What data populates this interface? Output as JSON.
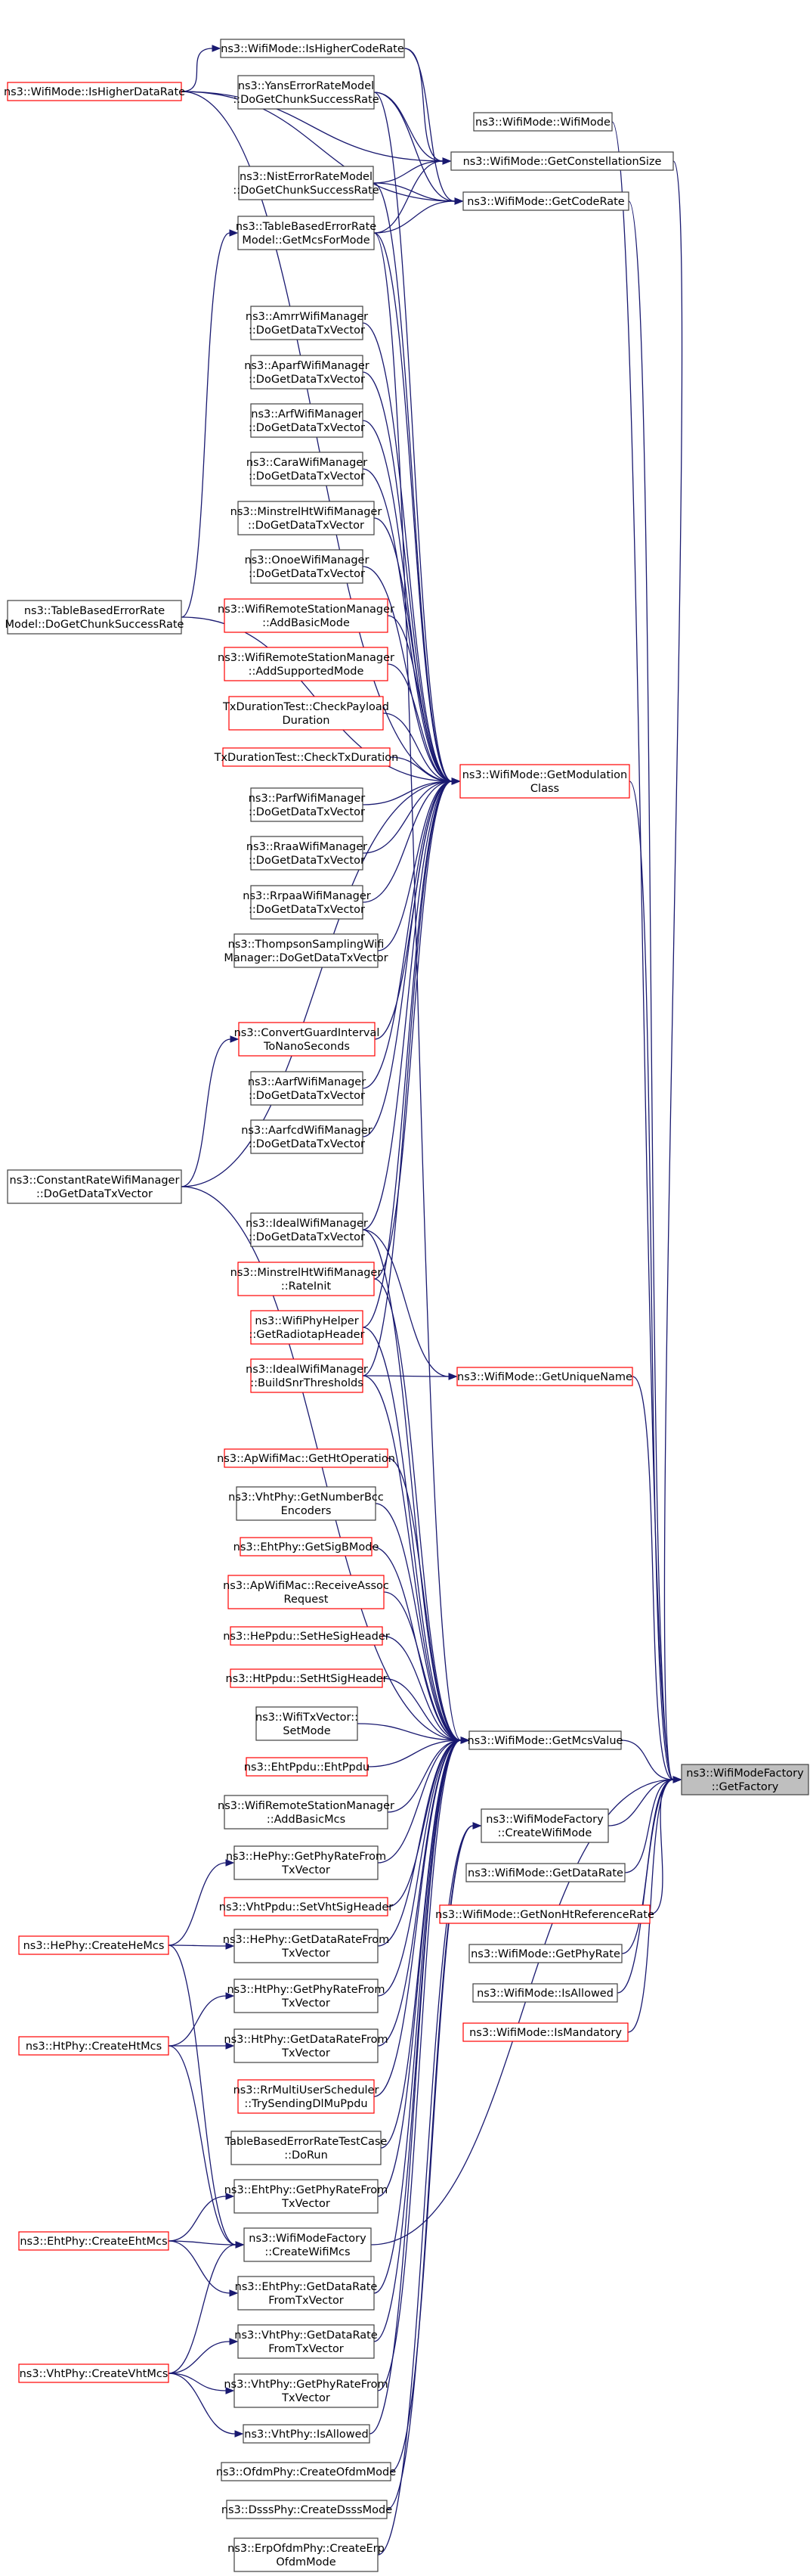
{
  "root": {
    "id": "root",
    "lines": [
      "ns3::WifiModeFactory",
      "::GetFactory"
    ],
    "style": "root"
  },
  "nodes": [
    {
      "id": "isHigherCodeRate",
      "lines": [
        "ns3::WifiMode::IsHigherCodeRate"
      ],
      "style": "black"
    },
    {
      "id": "isHigherDataRate",
      "lines": [
        "ns3::WifiMode::IsHigherDataRate"
      ],
      "style": "red"
    },
    {
      "id": "yansErr",
      "lines": [
        "ns3::YansErrorRateModel",
        "::DoGetChunkSuccessRate"
      ],
      "style": "black"
    },
    {
      "id": "wifiMode",
      "lines": [
        "ns3::WifiMode::WifiMode"
      ],
      "style": "black"
    },
    {
      "id": "getConstellationSize",
      "lines": [
        "ns3::WifiMode::GetConstellationSize"
      ],
      "style": "black"
    },
    {
      "id": "nistErr",
      "lines": [
        "ns3::NistErrorRateModel",
        "::DoGetChunkSuccessRate"
      ],
      "style": "black"
    },
    {
      "id": "getCodeRate",
      "lines": [
        "ns3::WifiMode::GetCodeRate"
      ],
      "style": "black"
    },
    {
      "id": "tableGetMcs",
      "lines": [
        "ns3::TableBasedErrorRate",
        "Model::GetMcsForMode"
      ],
      "style": "black"
    },
    {
      "id": "amrr",
      "lines": [
        "ns3::AmrrWifiManager",
        "::DoGetDataTxVector"
      ],
      "style": "black"
    },
    {
      "id": "aparf",
      "lines": [
        "ns3::AparfWifiManager",
        "::DoGetDataTxVector"
      ],
      "style": "black"
    },
    {
      "id": "arf",
      "lines": [
        "ns3::ArfWifiManager",
        "::DoGetDataTxVector"
      ],
      "style": "black"
    },
    {
      "id": "cara",
      "lines": [
        "ns3::CaraWifiManager",
        "::DoGetDataTxVector"
      ],
      "style": "black"
    },
    {
      "id": "minstrelHt",
      "lines": [
        "ns3::MinstrelHtWifiManager",
        "::DoGetDataTxVector"
      ],
      "style": "black"
    },
    {
      "id": "onoe",
      "lines": [
        "ns3::OnoeWifiManager",
        "::DoGetDataTxVector"
      ],
      "style": "black"
    },
    {
      "id": "tableChunk",
      "lines": [
        "ns3::TableBasedErrorRate",
        "Model::DoGetChunkSuccessRate"
      ],
      "style": "black"
    },
    {
      "id": "addBasicMode",
      "lines": [
        "ns3::WifiRemoteStationManager",
        "::AddBasicMode"
      ],
      "style": "red"
    },
    {
      "id": "addSupportedMode",
      "lines": [
        "ns3::WifiRemoteStationManager",
        "::AddSupportedMode"
      ],
      "style": "red"
    },
    {
      "id": "checkPayload",
      "lines": [
        "TxDurationTest::CheckPayload",
        "Duration"
      ],
      "style": "red"
    },
    {
      "id": "checkTx",
      "lines": [
        "TxDurationTest::CheckTxDuration"
      ],
      "style": "red"
    },
    {
      "id": "getModClass",
      "lines": [
        "ns3::WifiMode::GetModulation",
        "Class"
      ],
      "style": "red"
    },
    {
      "id": "parf",
      "lines": [
        "ns3::ParfWifiManager",
        "::DoGetDataTxVector"
      ],
      "style": "black"
    },
    {
      "id": "rraa",
      "lines": [
        "ns3::RraaWifiManager",
        "::DoGetDataTxVector"
      ],
      "style": "black"
    },
    {
      "id": "rrpaa",
      "lines": [
        "ns3::RrpaaWifiManager",
        "::DoGetDataTxVector"
      ],
      "style": "black"
    },
    {
      "id": "thompson",
      "lines": [
        "ns3::ThompsonSamplingWifi",
        "Manager::DoGetDataTxVector"
      ],
      "style": "black"
    },
    {
      "id": "convertGuard",
      "lines": [
        "ns3::ConvertGuardInterval",
        "ToNanoSeconds"
      ],
      "style": "red"
    },
    {
      "id": "aarf",
      "lines": [
        "ns3::AarfWifiManager",
        "::DoGetDataTxVector"
      ],
      "style": "black"
    },
    {
      "id": "aarfcd",
      "lines": [
        "ns3::AarfcdWifiManager",
        "::DoGetDataTxVector"
      ],
      "style": "black"
    },
    {
      "id": "constantRate",
      "lines": [
        "ns3::ConstantRateWifiManager",
        "::DoGetDataTxVector"
      ],
      "style": "black"
    },
    {
      "id": "idealTx",
      "lines": [
        "ns3::IdealWifiManager",
        "::DoGetDataTxVector"
      ],
      "style": "black"
    },
    {
      "id": "minstrelInit",
      "lines": [
        "ns3::MinstrelHtWifiManager",
        "::RateInit"
      ],
      "style": "red"
    },
    {
      "id": "radiotap",
      "lines": [
        "ns3::WifiPhyHelper",
        "::GetRadiotapHeader"
      ],
      "style": "red"
    },
    {
      "id": "buildSnr",
      "lines": [
        "ns3::IdealWifiManager",
        "::BuildSnrThresholds"
      ],
      "style": "red"
    },
    {
      "id": "getUniqueName",
      "lines": [
        "ns3::WifiMode::GetUniqueName"
      ],
      "style": "red"
    },
    {
      "id": "apHtOp",
      "lines": [
        "ns3::ApWifiMac::GetHtOperation"
      ],
      "style": "red"
    },
    {
      "id": "vhtBcc",
      "lines": [
        "ns3::VhtPhy::GetNumberBcc",
        "Encoders"
      ],
      "style": "black"
    },
    {
      "id": "ehtSigB",
      "lines": [
        "ns3::EhtPhy::GetSigBMode"
      ],
      "style": "red"
    },
    {
      "id": "apAssoc",
      "lines": [
        "ns3::ApWifiMac::ReceiveAssoc",
        "Request"
      ],
      "style": "red"
    },
    {
      "id": "heSig",
      "lines": [
        "ns3::HePpdu::SetHeSigHeader"
      ],
      "style": "red"
    },
    {
      "id": "htSig",
      "lines": [
        "ns3::HtPpdu::SetHtSigHeader"
      ],
      "style": "red"
    },
    {
      "id": "setMode",
      "lines": [
        "ns3::WifiTxVector::",
        "SetMode"
      ],
      "style": "black"
    },
    {
      "id": "getMcsValue",
      "lines": [
        "ns3::WifiMode::GetMcsValue"
      ],
      "style": "black"
    },
    {
      "id": "ehtPpdu",
      "lines": [
        "ns3::EhtPpdu::EhtPpdu"
      ],
      "style": "red"
    },
    {
      "id": "addBasicMcs",
      "lines": [
        "ns3::WifiRemoteStationManager",
        "::AddBasicMcs"
      ],
      "style": "black"
    },
    {
      "id": "createWifiMode",
      "lines": [
        "ns3::WifiModeFactory",
        "::CreateWifiMode"
      ],
      "style": "black"
    },
    {
      "id": "hePhyRate",
      "lines": [
        "ns3::HePhy::GetPhyRateFrom",
        "TxVector"
      ],
      "style": "black"
    },
    {
      "id": "getDataRate",
      "lines": [
        "ns3::WifiMode::GetDataRate"
      ],
      "style": "black"
    },
    {
      "id": "vhtSig",
      "lines": [
        "ns3::VhtPpdu::SetVhtSigHeader"
      ],
      "style": "red"
    },
    {
      "id": "getNonHt",
      "lines": [
        "ns3::WifiMode::GetNonHtReferenceRate"
      ],
      "style": "red"
    },
    {
      "id": "heCreate",
      "lines": [
        "ns3::HePhy::CreateHeMcs"
      ],
      "style": "red"
    },
    {
      "id": "heDataRate",
      "lines": [
        "ns3::HePhy::GetDataRateFrom",
        "TxVector"
      ],
      "style": "black"
    },
    {
      "id": "getPhyRate",
      "lines": [
        "ns3::WifiMode::GetPhyRate"
      ],
      "style": "black"
    },
    {
      "id": "isAllowed",
      "lines": [
        "ns3::WifiMode::IsAllowed"
      ],
      "style": "black"
    },
    {
      "id": "htPhyRate",
      "lines": [
        "ns3::HtPhy::GetPhyRateFrom",
        "TxVector"
      ],
      "style": "black"
    },
    {
      "id": "isMandatory",
      "lines": [
        "ns3::WifiMode::IsMandatory"
      ],
      "style": "red"
    },
    {
      "id": "htCreate",
      "lines": [
        "ns3::HtPhy::CreateHtMcs"
      ],
      "style": "red"
    },
    {
      "id": "htDataRate",
      "lines": [
        "ns3::HtPhy::GetDataRateFrom",
        "TxVector"
      ],
      "style": "black"
    },
    {
      "id": "rrMulti",
      "lines": [
        "ns3::RrMultiUserScheduler",
        "::TrySendingDlMuPpdu"
      ],
      "style": "red"
    },
    {
      "id": "tableTest",
      "lines": [
        "TableBasedErrorRateTestCase",
        "::DoRun"
      ],
      "style": "black"
    },
    {
      "id": "ehtPhyRate",
      "lines": [
        "ns3::EhtPhy::GetPhyRateFrom",
        "TxVector"
      ],
      "style": "black"
    },
    {
      "id": "ehtCreate",
      "lines": [
        "ns3::EhtPhy::CreateEhtMcs"
      ],
      "style": "red"
    },
    {
      "id": "createWifiMcs",
      "lines": [
        "ns3::WifiModeFactory",
        "::CreateWifiMcs"
      ],
      "style": "black"
    },
    {
      "id": "ehtDataRate",
      "lines": [
        "ns3::EhtPhy::GetDataRate",
        "FromTxVector"
      ],
      "style": "black"
    },
    {
      "id": "vhtDataRate",
      "lines": [
        "ns3::VhtPhy::GetDataRate",
        "FromTxVector"
      ],
      "style": "black"
    },
    {
      "id": "vhtCreate",
      "lines": [
        "ns3::VhtPhy::CreateVhtMcs"
      ],
      "style": "red"
    },
    {
      "id": "vhtPhyRate",
      "lines": [
        "ns3::VhtPhy::GetPhyRateFrom",
        "TxVector"
      ],
      "style": "black"
    },
    {
      "id": "vhtAllowed",
      "lines": [
        "ns3::VhtPhy::IsAllowed"
      ],
      "style": "black"
    },
    {
      "id": "ofdmCreate",
      "lines": [
        "ns3::OfdmPhy::CreateOfdmMode"
      ],
      "style": "black"
    },
    {
      "id": "dsssCreate",
      "lines": [
        "ns3::DsssPhy::CreateDsssMode"
      ],
      "style": "black"
    },
    {
      "id": "erpCreate",
      "lines": [
        "ns3::ErpOfdmPhy::CreateErp",
        "OfdmMode"
      ],
      "style": "black"
    }
  ],
  "edges": [
    [
      "getConstellationSize",
      "root"
    ],
    [
      "getCodeRate",
      "root"
    ],
    [
      "getModClass",
      "root"
    ],
    [
      "getUniqueName",
      "root"
    ],
    [
      "getMcsValue",
      "root"
    ],
    [
      "createWifiMode",
      "root"
    ],
    [
      "getDataRate",
      "root"
    ],
    [
      "getNonHt",
      "root"
    ],
    [
      "getPhyRate",
      "root"
    ],
    [
      "isAllowed",
      "root"
    ],
    [
      "isMandatory",
      "root"
    ],
    [
      "wifiMode",
      "root"
    ],
    [
      "createWifiMcs",
      "root"
    ],
    [
      "isHigherCodeRate",
      "getConstellationSize"
    ],
    [
      "isHigherCodeRate",
      "getCodeRate"
    ],
    [
      "isHigherDataRate",
      "getConstellationSize"
    ],
    [
      "isHigherDataRate",
      "getCodeRate"
    ],
    [
      "isHigherDataRate",
      "isHigherCodeRate"
    ],
    [
      "isHigherDataRate",
      "getModClass"
    ],
    [
      "yansErr",
      "getConstellationSize"
    ],
    [
      "yansErr",
      "getCodeRate"
    ],
    [
      "yansErr",
      "getModClass"
    ],
    [
      "nistErr",
      "getConstellationSize"
    ],
    [
      "nistErr",
      "getCodeRate"
    ],
    [
      "nistErr",
      "getModClass"
    ],
    [
      "tableGetMcs",
      "getConstellationSize"
    ],
    [
      "tableGetMcs",
      "getCodeRate"
    ],
    [
      "tableGetMcs",
      "getModClass"
    ],
    [
      "tableGetMcs",
      "getMcsValue"
    ],
    [
      "tableChunk",
      "tableGetMcs"
    ],
    [
      "tableChunk",
      "getModClass"
    ],
    [
      "amrr",
      "getModClass"
    ],
    [
      "aparf",
      "getModClass"
    ],
    [
      "arf",
      "getModClass"
    ],
    [
      "cara",
      "getModClass"
    ],
    [
      "minstrelHt",
      "getModClass"
    ],
    [
      "onoe",
      "getModClass"
    ],
    [
      "addBasicMode",
      "getModClass"
    ],
    [
      "addSupportedMode",
      "getModClass"
    ],
    [
      "checkPayload",
      "getModClass"
    ],
    [
      "checkTx",
      "getModClass"
    ],
    [
      "parf",
      "getModClass"
    ],
    [
      "rraa",
      "getModClass"
    ],
    [
      "rrpaa",
      "getModClass"
    ],
    [
      "thompson",
      "getModClass"
    ],
    [
      "convertGuard",
      "getModClass"
    ],
    [
      "aarf",
      "getModClass"
    ],
    [
      "aarfcd",
      "getModClass"
    ],
    [
      "constantRate",
      "getModClass"
    ],
    [
      "constantRate",
      "convertGuard"
    ],
    [
      "constantRate",
      "getMcsValue"
    ],
    [
      "idealTx",
      "getModClass"
    ],
    [
      "idealTx",
      "getUniqueName"
    ],
    [
      "idealTx",
      "getMcsValue"
    ],
    [
      "minstrelInit",
      "getModClass"
    ],
    [
      "minstrelInit",
      "getMcsValue"
    ],
    [
      "radiotap",
      "getModClass"
    ],
    [
      "radiotap",
      "getMcsValue"
    ],
    [
      "buildSnr",
      "getModClass"
    ],
    [
      "buildSnr",
      "getUniqueName"
    ],
    [
      "buildSnr",
      "getMcsValue"
    ],
    [
      "apHtOp",
      "getMcsValue"
    ],
    [
      "vhtBcc",
      "getMcsValue"
    ],
    [
      "ehtSigB",
      "getMcsValue"
    ],
    [
      "apAssoc",
      "getMcsValue"
    ],
    [
      "heSig",
      "getMcsValue"
    ],
    [
      "htSig",
      "getMcsValue"
    ],
    [
      "setMode",
      "getMcsValue"
    ],
    [
      "ehtPpdu",
      "getMcsValue"
    ],
    [
      "addBasicMcs",
      "getMcsValue"
    ],
    [
      "hePhyRate",
      "getMcsValue"
    ],
    [
      "vhtSig",
      "getMcsValue"
    ],
    [
      "heDataRate",
      "getMcsValue"
    ],
    [
      "htPhyRate",
      "getMcsValue"
    ],
    [
      "htDataRate",
      "getMcsValue"
    ],
    [
      "rrMulti",
      "getMcsValue"
    ],
    [
      "tableTest",
      "getMcsValue"
    ],
    [
      "ehtPhyRate",
      "getMcsValue"
    ],
    [
      "ehtDataRate",
      "getMcsValue"
    ],
    [
      "vhtDataRate",
      "getMcsValue"
    ],
    [
      "vhtPhyRate",
      "getMcsValue"
    ],
    [
      "vhtAllowed",
      "getMcsValue"
    ],
    [
      "ofdmCreate",
      "createWifiMode"
    ],
    [
      "dsssCreate",
      "createWifiMode"
    ],
    [
      "erpCreate",
      "createWifiMode"
    ],
    [
      "heCreate",
      "hePhyRate"
    ],
    [
      "heCreate",
      "heDataRate"
    ],
    [
      "heCreate",
      "createWifiMcs"
    ],
    [
      "htCreate",
      "htPhyRate"
    ],
    [
      "htCreate",
      "htDataRate"
    ],
    [
      "htCreate",
      "createWifiMcs"
    ],
    [
      "ehtCreate",
      "ehtPhyRate"
    ],
    [
      "ehtCreate",
      "ehtDataRate"
    ],
    [
      "ehtCreate",
      "createWifiMcs"
    ],
    [
      "vhtCreate",
      "vhtDataRate"
    ],
    [
      "vhtCreate",
      "vhtPhyRate"
    ],
    [
      "vhtCreate",
      "vhtAllowed"
    ],
    [
      "vhtCreate",
      "createWifiMcs"
    ]
  ]
}
